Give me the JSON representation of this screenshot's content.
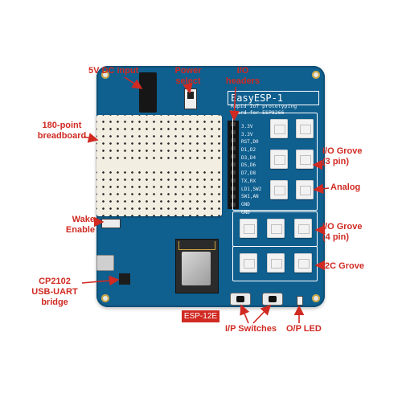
{
  "colors": {
    "board": "#0f5f8f",
    "label": "#d02a22",
    "breadboard": "#f3eee2",
    "silkscreen": "#ffffff"
  },
  "board": {
    "title": "EasyESP-1",
    "subtitle": "Rapid IoT prototyping board for ESP8266",
    "pin_labels": [
      "3.3V",
      "3.3V",
      "RST,D0",
      "D1,D2",
      "D3,D4",
      "D5,D6",
      "D7,D8",
      "TX,RX",
      "LD1,SW2",
      "SW1,AN",
      "GND",
      "GND"
    ]
  },
  "callouts": {
    "dc_input": "5V DC input",
    "power_select": "Power\nselect",
    "io_headers": "I/O\nheaders",
    "breadboard": "180-point\nbreadboard",
    "io_grove_3": "I/O Grove\n(3 pin)",
    "analog": "Analog",
    "wake_enable": "Wake\nEnable",
    "io_grove_4": "I/O Grove\n(4 pin)",
    "i2c_grove": "I2C Grove",
    "usb_uart": "CP2102\nUSB-UART\nbridge",
    "esp_module": "ESP-12E",
    "ip_switches": "I/P Switches",
    "op_led": "O/P LED"
  }
}
